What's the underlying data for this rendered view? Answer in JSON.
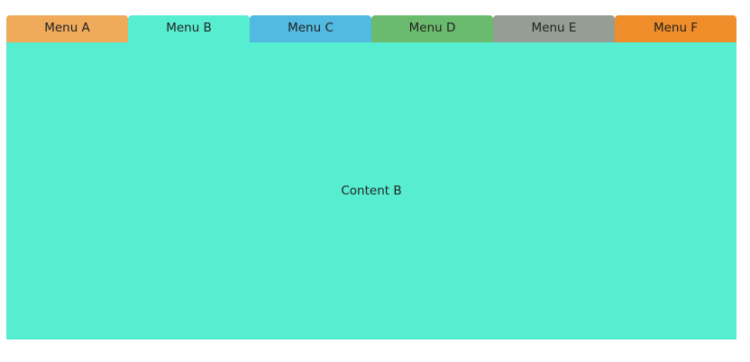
{
  "tabs": [
    {
      "label": "Menu A",
      "color": "#EFAA5A"
    },
    {
      "label": "Menu B",
      "color": "#57EDD1"
    },
    {
      "label": "Menu C",
      "color": "#52B9E1"
    },
    {
      "label": "Menu D",
      "color": "#6BBB6E"
    },
    {
      "label": "Menu E",
      "color": "#949E93"
    },
    {
      "label": "Menu F",
      "color": "#EE8D2A"
    }
  ],
  "active_tab_index": 1,
  "content": {
    "text": "Content B",
    "background": "#57EDD1"
  }
}
